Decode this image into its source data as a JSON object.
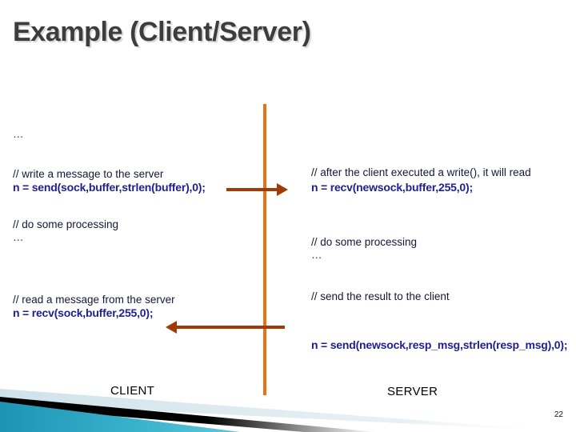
{
  "slide": {
    "title": "Example (Client/Server)",
    "page_number": "22"
  },
  "colors": {
    "title_text": "#3d3d3d",
    "title_shadow": "#d9d9d9",
    "timeline": "#ec7014",
    "arrow": "#9e3b06",
    "comment_text": "#161636",
    "code_text": "#1f1f8f",
    "label_text": "#000000",
    "deco_teal": "#2aa8c4",
    "deco_black": "#000000",
    "deco_light": "#dce9ef"
  },
  "client": {
    "role_label": "CLIENT",
    "lines": {
      "ellipsis_top": "…",
      "comment_write": "// write a message to the server",
      "code_send": "n = send(sock,buffer,strlen(buffer),0);",
      "comment_processing": "// do some processing",
      "ellipsis_processing": "…",
      "comment_read": "// read a message from the server",
      "code_recv": "n = recv(sock,buffer,255,0);"
    }
  },
  "server": {
    "role_label": "SERVER",
    "lines": {
      "comment_after_write": "// after the client executed a write(), it will read",
      "code_recv": "n = recv(newsock,buffer,255,0);",
      "comment_processing": "// do some processing",
      "ellipsis_processing": "…",
      "comment_send_result": "// send the result to the client",
      "code_send": "n = send(newsock,resp_msg,strlen(resp_msg),0);"
    }
  },
  "arrows": {
    "client_to_server": "client-to-server-arrow",
    "server_to_client": "server-to-client-arrow"
  }
}
